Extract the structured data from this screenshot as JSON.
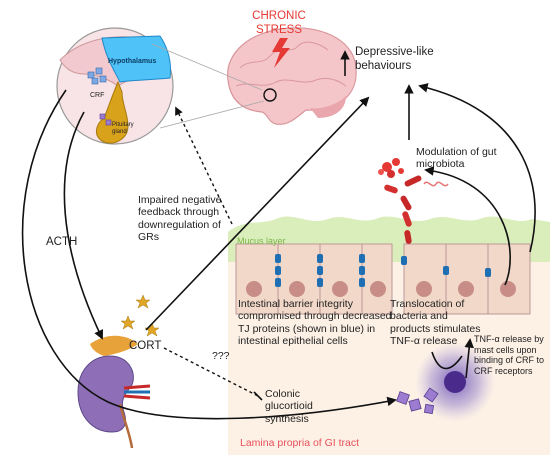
{
  "title": {
    "line1": "CHRONIC",
    "line2": "STRESS"
  },
  "labels": {
    "hypothalamus": "Hypothalamus",
    "crf": "CRF",
    "pituitary_line1": "Pituitary",
    "pituitary_line2": "gland",
    "acth": "ACTH",
    "cort": "CORT",
    "unknown": "???",
    "depressive_line1": "Depressive-like",
    "depressive_line2": "behaviours",
    "modulation_line1": "Modulation of gut",
    "modulation_line2": "microbiota",
    "feedback": [
      "Impaired negative",
      "feedback through",
      "downregulation of",
      "GRs"
    ],
    "mucus": "Mucus layer",
    "barrier": [
      "Intestinal barrier integrity",
      "compromised through decreased",
      "TJ proteins (shown in blue) in",
      "intestinal epithelial cells"
    ],
    "translocation": [
      "Translocation of",
      "bacteria and",
      "products stimulates",
      "TNF-α release"
    ],
    "colonic": [
      "Colonic",
      "glucortioid",
      "synthesis"
    ],
    "tnf": [
      "TNF-α release by",
      "mast cells upon",
      "binding of CRF to",
      "CRF receptors"
    ],
    "lamina": "Lamina propria of GI tract"
  },
  "colors": {
    "stress_red": "#e53935",
    "mucus_green": "#7ab648",
    "tj_blue": "#1e6fb3",
    "lamina_bg": "#fdf1e6",
    "hypothalamus_blue": "#4fc3f7",
    "pituitary_gold": "#d9a21b",
    "star_gold": "#e0a526",
    "mast_purple": "#4a2a8a",
    "kidney_purple": "#8e6fb7"
  }
}
